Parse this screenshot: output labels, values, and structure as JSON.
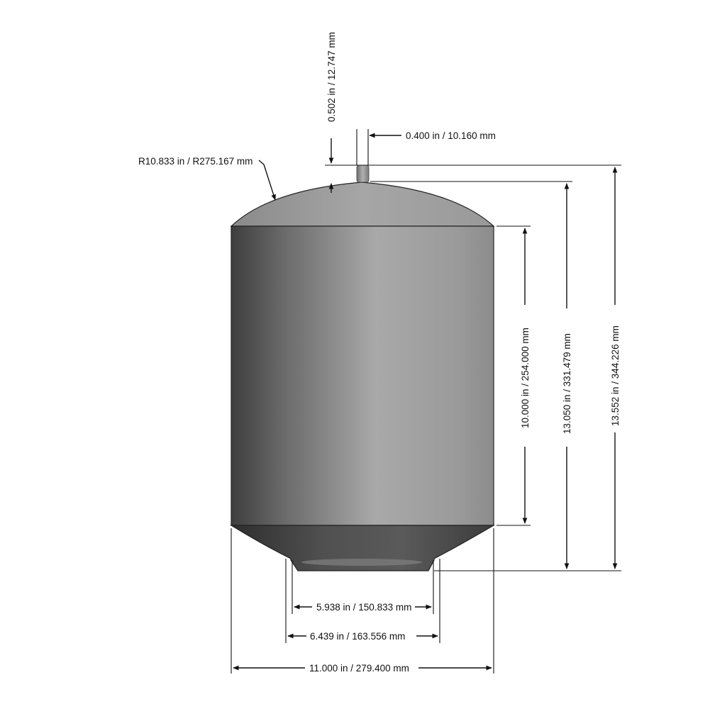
{
  "dimensions": {
    "nozzle_height": "0.502 in / 12.747 mm",
    "nozzle_width": "0.400 in / 10.160 mm",
    "dome_radius": "R10.833 in / R275.167 mm",
    "shell_height": "10.000 in / 254.000 mm",
    "body_height": "13.050 in / 331.479 mm",
    "overall_height": "13.552 in / 344.226 mm",
    "base_inner_width": "5.938 in / 150.833 mm",
    "base_outer_width": "6.439 in / 163.556 mm",
    "overall_width": "11.000 in / 279.400 mm"
  },
  "colors": {
    "body_dark": "#3a3a3a",
    "body_light": "#a8a8a8",
    "dome": "#9c9c9c",
    "dimension_ink": "#111111"
  }
}
